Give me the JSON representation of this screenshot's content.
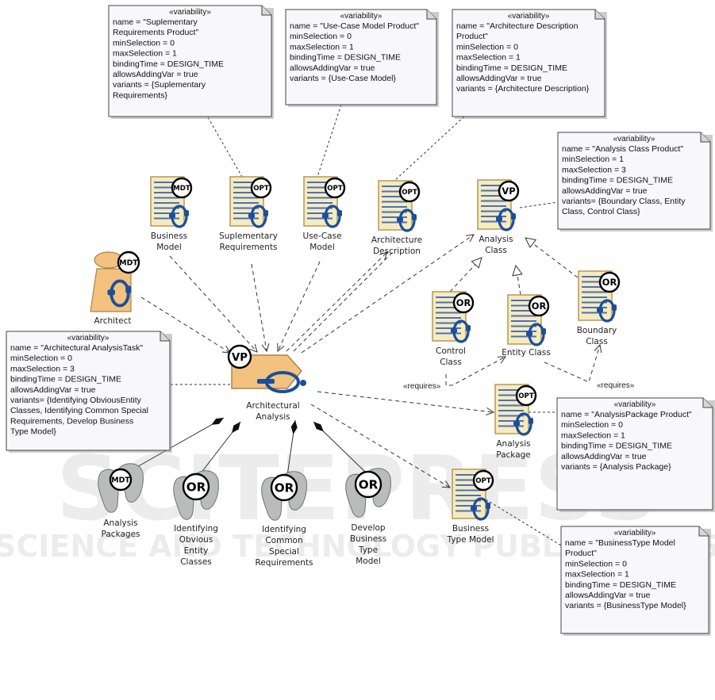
{
  "watermark": {
    "primary": "SCITEPRESS",
    "secondary": "SCIENCE AND TECHNOLOGY PUBLICATIONS"
  },
  "colors": {
    "doc_fill": "#f5ebbd",
    "doc_stroke": "#b5975a",
    "doc_lines": "#4a6fc0",
    "loop": "#1b4f9c",
    "task_fill": "#f2c27e",
    "task_stroke": "#a88448",
    "role_fill": "#f2c27e",
    "package_fill": "#b9bcbb",
    "package_stroke": "#6d7473",
    "note_fill": "#f8f7fb",
    "note_stroke": "#444444"
  },
  "notes": [
    {
      "id": "note-suplementary",
      "stereotype": "«variability»",
      "lines": [
        "name = \"Suplementary",
        "Requirements Product\"",
        "minSelection = 0",
        "maxSelection = 1",
        "bindingTime = DESIGN_TIME",
        "allowsAddingVar = true",
        "variants = {Suplementary",
        "Requirements}"
      ]
    },
    {
      "id": "note-use-case",
      "stereotype": "«variability»",
      "lines": [
        "name = \"Use-Case Model Product\"",
        "minSelection = 0",
        "maxSelection = 1",
        "bindingTime = DESIGN_TIME",
        "allowsAddingVar = true",
        "variants = {Use-Case Model}"
      ]
    },
    {
      "id": "note-architecture-description",
      "stereotype": "«variability»",
      "lines": [
        "name = \"Architecture Description",
        "Product\"",
        "minSelection = 0",
        "maxSelection = 1",
        "bindingTime = DESIGN_TIME",
        "allowsAddingVar = true",
        "variants = {Architecture Description}"
      ]
    },
    {
      "id": "note-analysis-class",
      "stereotype": "«variability»",
      "lines": [
        "name = \"Analysis Class Product\"",
        "minSelection = 1",
        "maxSelection = 3",
        "bindingTime = DESIGN_TIME",
        "allowsAddingVar = true",
        "variants= {Boundary Class, Entity",
        "Class, Control Class}"
      ]
    },
    {
      "id": "note-architectural-analysis",
      "stereotype": "«variability»",
      "lines": [
        "name = \"Architectural AnalysisTask\"",
        "minSelection = 0",
        "maxSelection = 3",
        "bindingTime = DESIGN_TIME",
        "allowsAddingVar = true",
        "variants= {Identifying ObviousEntity",
        "Classes, Identifying Common Special",
        "Requirements, Develop Business",
        "Type Model}"
      ]
    },
    {
      "id": "note-analysis-package",
      "stereotype": "«variability»",
      "lines": [
        "name = \"AnalysisPackage Product\"",
        "minSelection = 0",
        "maxSelection = 1",
        "bindingTime = DESIGN_TIME",
        "allowsAddingVar = true",
        "variants = {Analysis Package}"
      ]
    },
    {
      "id": "note-business-type-model",
      "stereotype": "«variability»",
      "lines": [
        "name = \"BusinessType Model",
        "Product\"",
        "minSelection = 0",
        "maxSelection = 1",
        "bindingTime = DESIGN_TIME",
        "allowsAddingVar = true",
        "variants = {BusinessType Model}"
      ]
    }
  ],
  "work_products": [
    {
      "id": "business-model",
      "badge": "MDT",
      "label": [
        "Business",
        "Model"
      ]
    },
    {
      "id": "suplementary-requirements",
      "badge": "OPT",
      "label": [
        "Suplementary",
        "Requirements"
      ]
    },
    {
      "id": "use-case-model",
      "badge": "OPT",
      "label": [
        "Use-Case",
        "Model"
      ]
    },
    {
      "id": "architecture-description",
      "badge": "OPT",
      "label": [
        "Architecture",
        "Description"
      ]
    },
    {
      "id": "analysis-class",
      "badge": "VP",
      "label": [
        "Analysis",
        "Class"
      ]
    },
    {
      "id": "control-class",
      "badge": "OR",
      "label": [
        "Control",
        "Class"
      ]
    },
    {
      "id": "entity-class",
      "badge": "OR",
      "label": [
        "Entity Class"
      ]
    },
    {
      "id": "boundary-class",
      "badge": "OR",
      "label": [
        "Boundary",
        "Class"
      ]
    },
    {
      "id": "analysis-package",
      "badge": "OPT",
      "label": [
        "Analysis",
        "Package"
      ]
    },
    {
      "id": "business-type-model",
      "badge": "OPT",
      "label": [
        "Business",
        "Type Model"
      ]
    }
  ],
  "role": {
    "id": "architect",
    "badge": "MDT",
    "label": [
      "Architect"
    ]
  },
  "task": {
    "id": "architectural-analysis",
    "badge": "VP",
    "label": [
      "Architectural",
      "Analysis"
    ]
  },
  "steps": [
    {
      "id": "analysis-packages",
      "badge": "MDT",
      "label": [
        "Analysis",
        "Packages"
      ]
    },
    {
      "id": "identifying-obvious-entity-classes",
      "badge": "OR",
      "label": [
        "Identifying",
        "Obvious",
        "Entity",
        "Classes"
      ]
    },
    {
      "id": "identifying-common-special-requirements",
      "badge": "OR",
      "label": [
        "Identifying",
        "Common",
        "Special",
        "Requirements"
      ]
    },
    {
      "id": "develop-business-type-model",
      "badge": "OR",
      "label": [
        "Develop",
        "Business",
        "Type",
        "Model"
      ]
    }
  ],
  "edge_labels": {
    "requires_1": "«requires»",
    "requires_2": "«requires»"
  }
}
